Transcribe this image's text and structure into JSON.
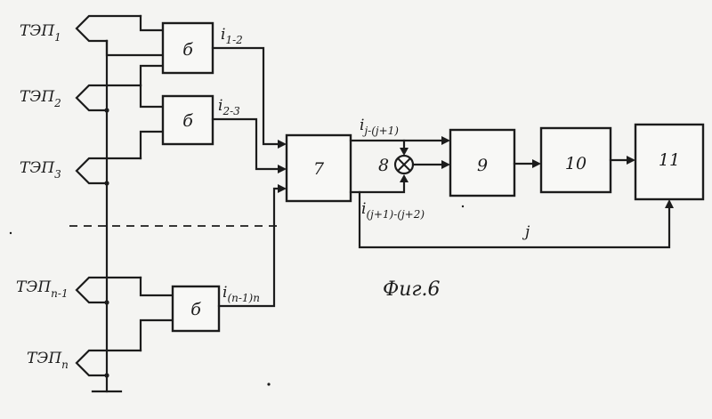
{
  "sensors": [
    {
      "base": "ТЭП",
      "sub": "1"
    },
    {
      "base": "ТЭП",
      "sub": "2"
    },
    {
      "base": "ТЭП",
      "sub": "3"
    },
    {
      "base": "ТЭП",
      "sub": "n-1"
    },
    {
      "base": "ТЭП",
      "sub": "n"
    }
  ],
  "blocks": {
    "b6a": "б",
    "b6b": "б",
    "b6c": "б",
    "b7": "7",
    "b9": "9",
    "b10": "10",
    "b11": "11"
  },
  "mixer_label": "8",
  "signals": {
    "i12": "i",
    "i12_sub": "1-2",
    "i23": "i",
    "i23_sub": "2-3",
    "in1n": "i",
    "in1n_sub": "(n-1)n",
    "ij": "i",
    "ij_sub": "j-(j+1)",
    "ij1": "i",
    "ij1_sub": "(j+1)-(j+2)",
    "j": "j"
  },
  "caption": "Фиг.6",
  "colors": {
    "ink": "#1c1c1c",
    "paper": "#f4f4f2"
  }
}
